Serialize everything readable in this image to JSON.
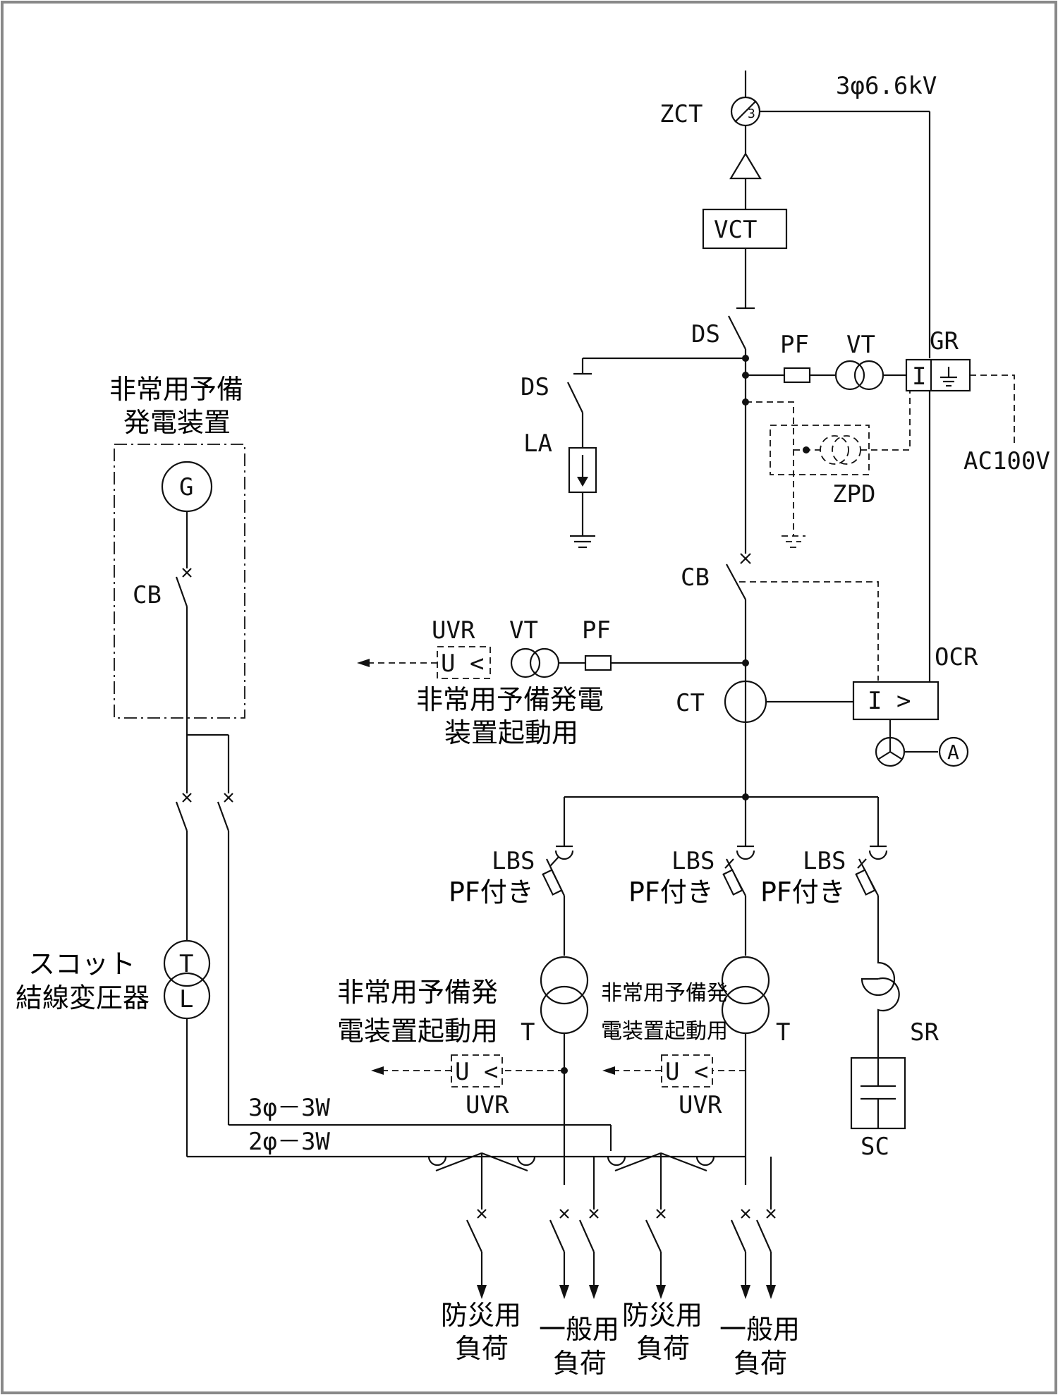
{
  "labels": {
    "supply": "3φ6.6kV",
    "zct": "ZCT",
    "zct_num": "3",
    "vct": "VCT",
    "ds_main": "DS",
    "pf_top": "PF",
    "vt_top": "VT",
    "gr": "GR",
    "ac100v": "AC100V",
    "ds_la": "DS",
    "la": "LA",
    "zpd": "ZPD",
    "cb_main": "CB",
    "ocr": "OCR",
    "ocr_sym": "I >",
    "gr_sym": "I",
    "ammeter": "A",
    "uvr_top": "UVR",
    "vt_mid": "VT",
    "pf_mid": "PF",
    "uvr_sym": "U <",
    "ct": "CT",
    "start1": "非常用予備発電",
    "start2": "装置起動用",
    "gen_title1": "非常用予備",
    "gen_title2": "発電装置",
    "gen": "G",
    "cb_gen": "CB",
    "lbs1": "LBS",
    "lbs2": "LBS",
    "lbs3": "LBS",
    "pfw1": "PF付き",
    "pfw2": "PF付き",
    "pfw3": "PF付き",
    "scott1": "スコット",
    "scott2": "結線変圧器",
    "scott_t": "T",
    "scott_l": "L",
    "tr1_note1": "非常用予備発",
    "tr1_note2": "電装置起動用",
    "tr1": "T",
    "tr2_note1": "非常用予備発",
    "tr2_note2": "電装置起動用",
    "tr2": "T",
    "uvr1_sym": "U <",
    "uvr2_sym": "U <",
    "uvr1": "UVR",
    "uvr2": "UVR",
    "sr": "SR",
    "sc": "SC",
    "bus3": "3φ－3W",
    "bus2": "2φ－3W",
    "load1a": "防災用",
    "load1b": "負荷",
    "load2a": "一般用",
    "load2b": "負荷",
    "load3a": "防災用",
    "load3b": "負荷",
    "load4a": "一般用",
    "load4b": "負荷"
  }
}
